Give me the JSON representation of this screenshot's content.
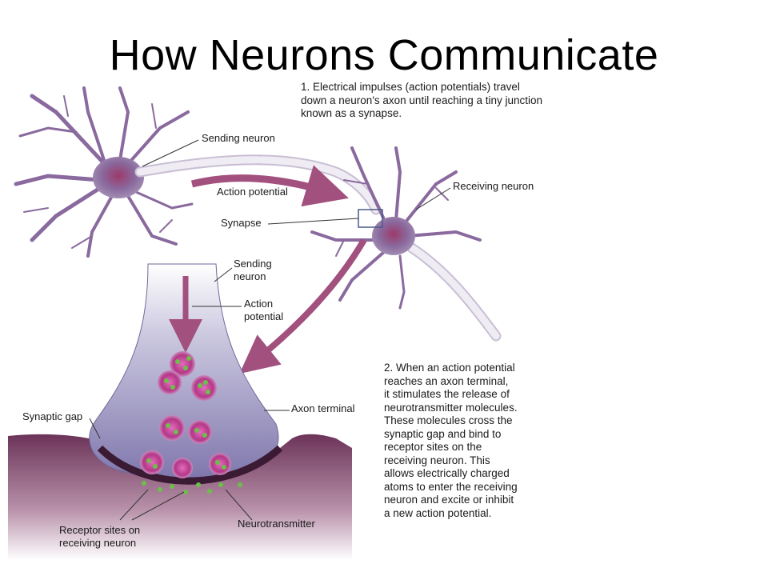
{
  "slide": {
    "title": "How Neurons Communicate"
  },
  "notes": {
    "step1": "1. Electrical impulses (action potentials) travel\ndown a neuron's axon until reaching a tiny junction\nknown as a synapse.",
    "step2": "2. When an action potential\nreaches an axon terminal,\nit stimulates the release of\nneurotransmitter molecules.\nThese molecules cross the\nsynaptic gap and bind to\nreceptor sites on the\nreceiving neuron. This\nallows electrically charged\natoms to enter the receiving\nneuron and excite or inhibit\na new action potential."
  },
  "labels": {
    "sending_neuron": "Sending neuron",
    "action_potential": "Action potential",
    "receiving_neuron": "Receiving neuron",
    "synapse": "Synapse",
    "sending_neuron_2": "Sending\nneuron",
    "action_potential_2": "Action\npotential",
    "synaptic_gap": "Synaptic gap",
    "axon_terminal": "Axon terminal",
    "receptor_sites": "Receptor sites on\nreceiving neuron",
    "neurotransmitter": "Neurotransmitter"
  },
  "colors": {
    "neuron": "#8a6a9e",
    "neuron_dark": "#5e3f72",
    "axon_sheath": "#e6e0ec",
    "arrow": "#a2507e",
    "terminal": "#a7a2c8",
    "membrane": "#5b2a4c",
    "vesicle": "#c23b92",
    "transmitter": "#6cc04a"
  },
  "icons": {
    "arrow": "curved-arrow-icon"
  }
}
